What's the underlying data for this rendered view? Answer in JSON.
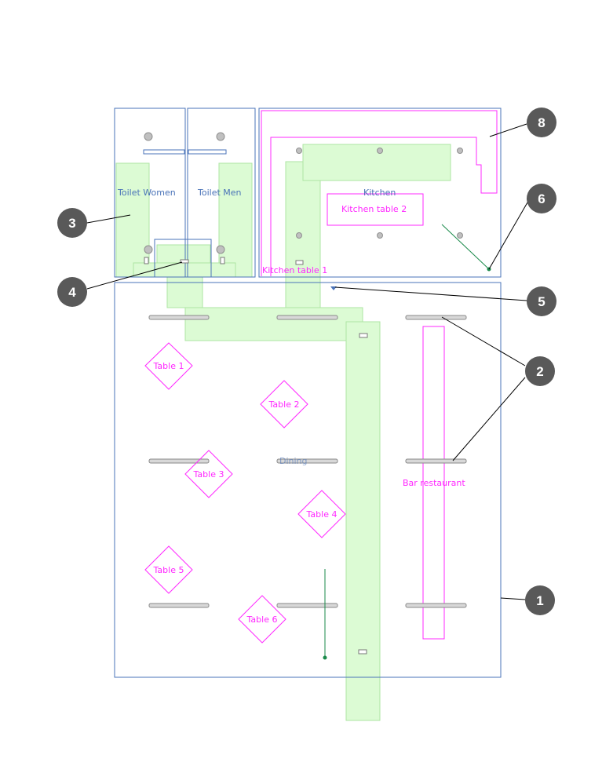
{
  "rooms": {
    "toilet_women": "Toilet Women",
    "toilet_men": "Toilet Men",
    "kitchen": "Kitchen",
    "dining": "Dining"
  },
  "zones": {
    "kitchen_table_1": "Kitchen table 1",
    "kitchen_table_2": "Kitchen table 2",
    "bar": "Bar restaurant",
    "tables": [
      "Table 1",
      "Table 2",
      "Table 3",
      "Table 4",
      "Table 5",
      "Table 6"
    ]
  },
  "callouts": [
    "1",
    "2",
    "3",
    "4",
    "5",
    "6",
    "8"
  ],
  "colors": {
    "wall": "#4a73b8",
    "zone": "#ff28ff",
    "walkway_fill": "#d9fbd0",
    "walkway_stroke": "#a6e39a",
    "callout": "#595959",
    "sensor": "#1a8a4a"
  }
}
